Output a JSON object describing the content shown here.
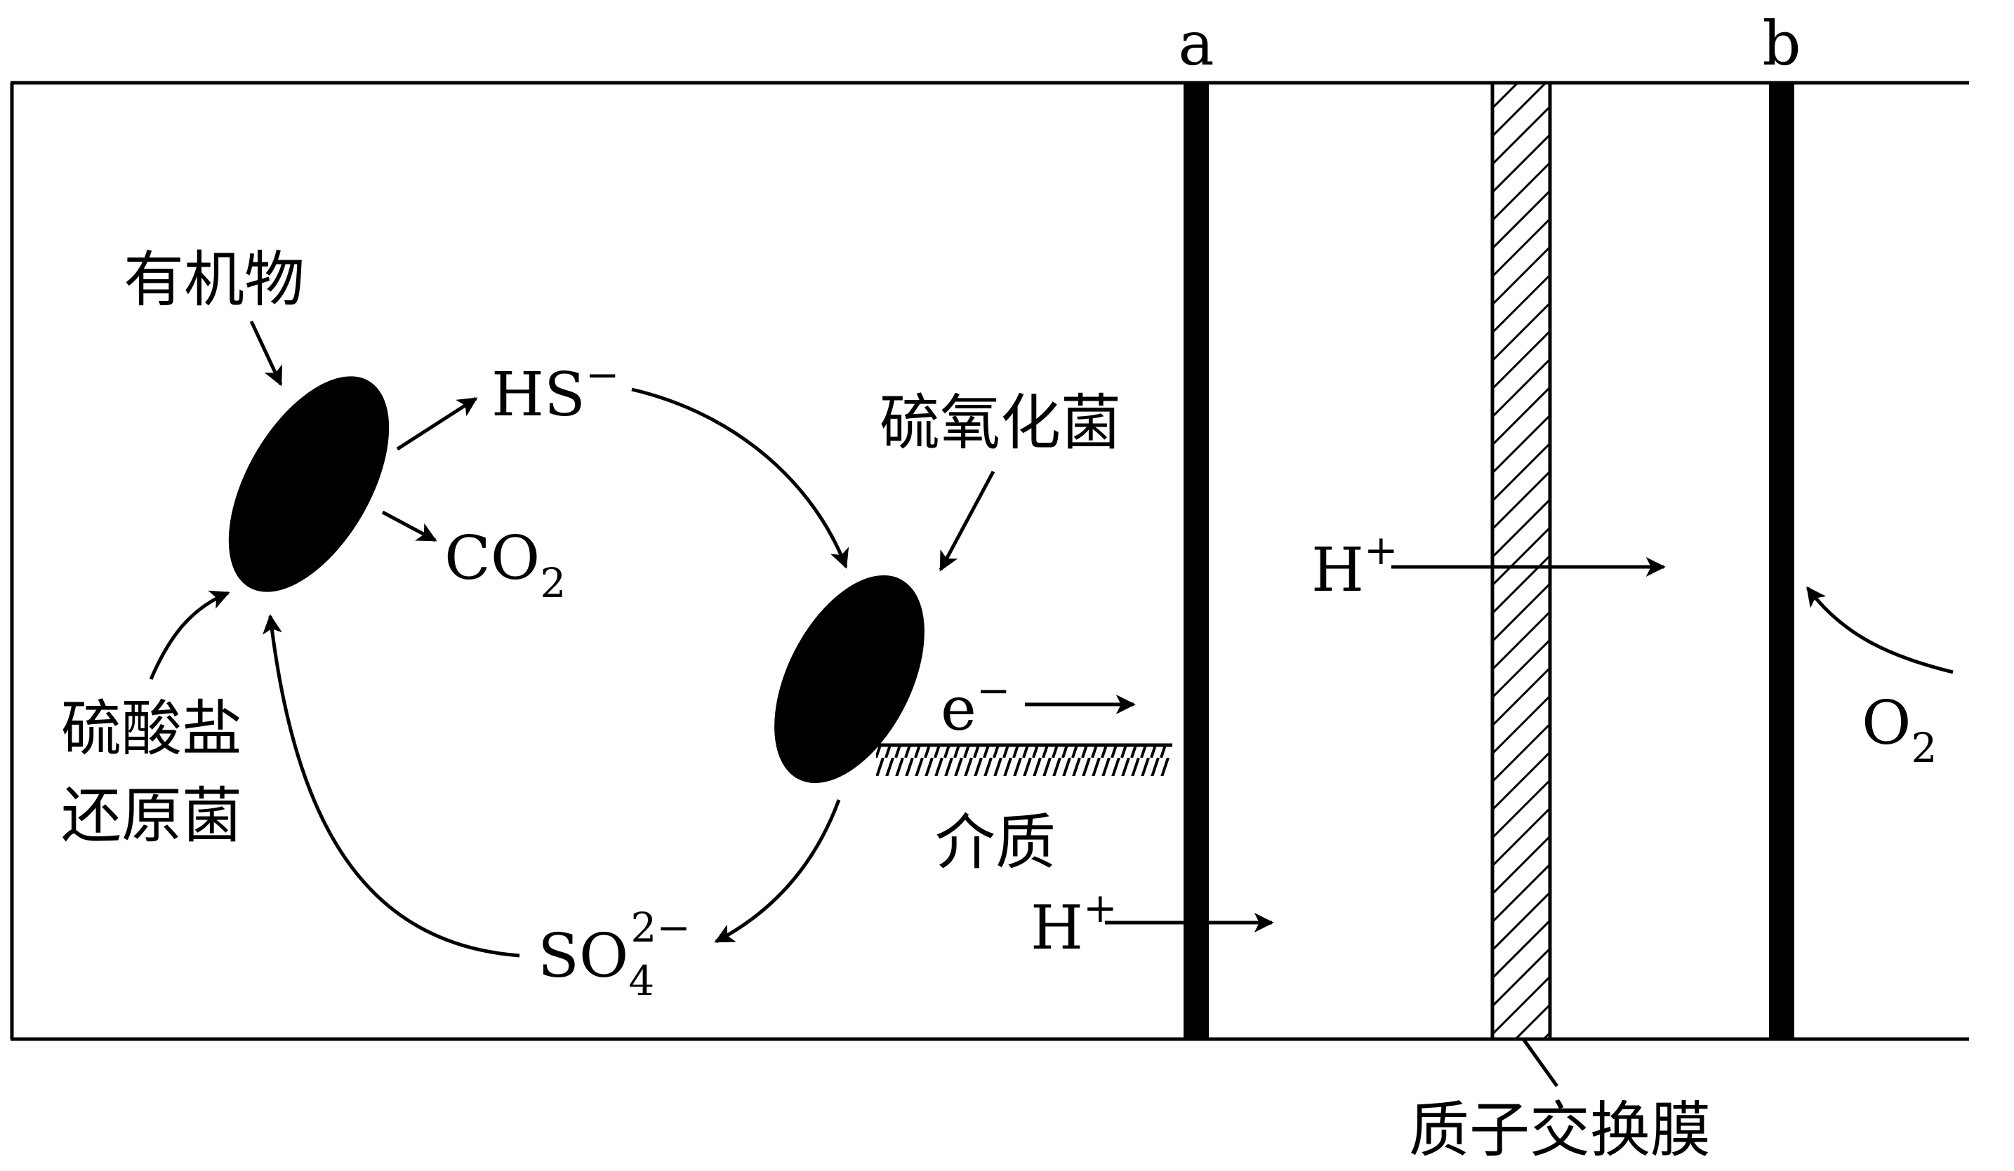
{
  "labels": {
    "electrode_a": "a",
    "electrode_b": "b",
    "organic_matter": "有机物",
    "sulfate_reducer_line1": "硫酸盐",
    "sulfate_reducer_line2": "还原菌",
    "sulfur_oxidizer": "硫氧化菌",
    "mediator": "介质",
    "membrane": "质子交换膜"
  },
  "species": {
    "hs": {
      "base": "HS",
      "sup": "−"
    },
    "co2": {
      "base": "CO",
      "sub": "2"
    },
    "so4": {
      "base": "SO",
      "sub": "4",
      "sup": "2−"
    },
    "electron": {
      "base": "e",
      "sup": "−"
    },
    "proton_left": {
      "base": "H",
      "sup": "+"
    },
    "proton_right": {
      "base": "H",
      "sup": "+"
    },
    "o2": {
      "base": "O",
      "sub": "2"
    }
  }
}
